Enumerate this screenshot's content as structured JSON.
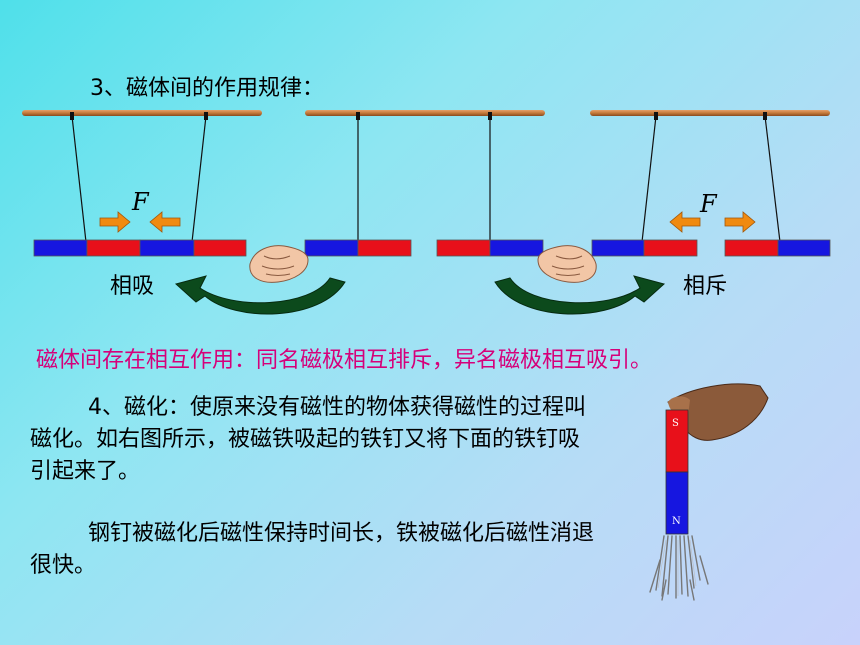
{
  "heading": "3、磁体间的作用规律：",
  "labels": {
    "attract": "相吸",
    "repel": "相斥",
    "force_symbol": "F"
  },
  "law": "磁体间存在相互作用：同名磁极相互排斥，异名磁极相互吸引。",
  "para1": "4、磁化：使原来没有磁性的物体获得磁性的过程叫磁化。如右图所示，被磁铁吸起的铁钉又将下面的铁钉吸引起来了。",
  "para2": "钢钉被磁化后磁性保持时间长，铁被磁化后磁性消退很快。",
  "magnet_poles": {
    "top": "S",
    "bottom": "N"
  },
  "colors": {
    "north_red": "#e8101a",
    "south_blue": "#1616e0",
    "law_text": "#d6007a",
    "arrow_green": "#0c4a1c",
    "force_arrow": "#f08a10",
    "rod": "#c47a3a"
  }
}
